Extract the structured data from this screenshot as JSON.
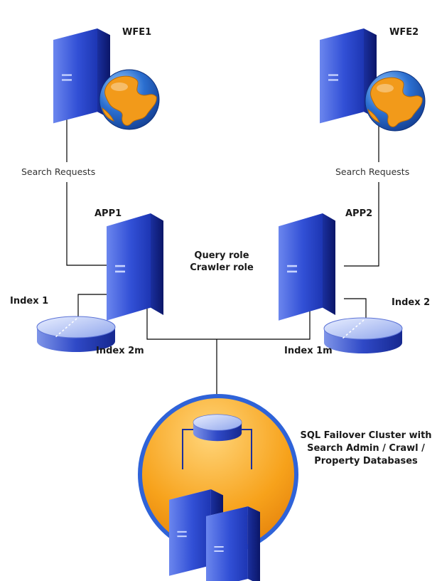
{
  "nodes": {
    "wfe1": {
      "label": "WFE1"
    },
    "wfe2": {
      "label": "WFE2"
    },
    "app1": {
      "label": "APP1"
    },
    "app2": {
      "label": "APP2"
    },
    "index1": {
      "label": "Index 1"
    },
    "index2m": {
      "label": "Index 2m"
    },
    "index2": {
      "label": "Index 2"
    },
    "index1m": {
      "label": "Index 1m"
    }
  },
  "edges": {
    "search_requests_left": "Search Requests",
    "search_requests_right": "Search Requests"
  },
  "roles": {
    "line1": "Query role",
    "line2": "Crawler role"
  },
  "sql_cluster": {
    "line1": "SQL Failover Cluster with",
    "line2": "Search Admin / Crawl /",
    "line3": "Property Databases"
  },
  "colors": {
    "server_blue": "#2a46c8",
    "server_dark": "#0e1f86",
    "globe_orange": "#f29a1a",
    "globe_blue": "#2b6fd0",
    "cluster_orange": "#f7a21b",
    "connector": "#000000"
  },
  "icons": [
    "server-icon",
    "globe-icon",
    "database-disk-icon",
    "cluster-icon"
  ]
}
